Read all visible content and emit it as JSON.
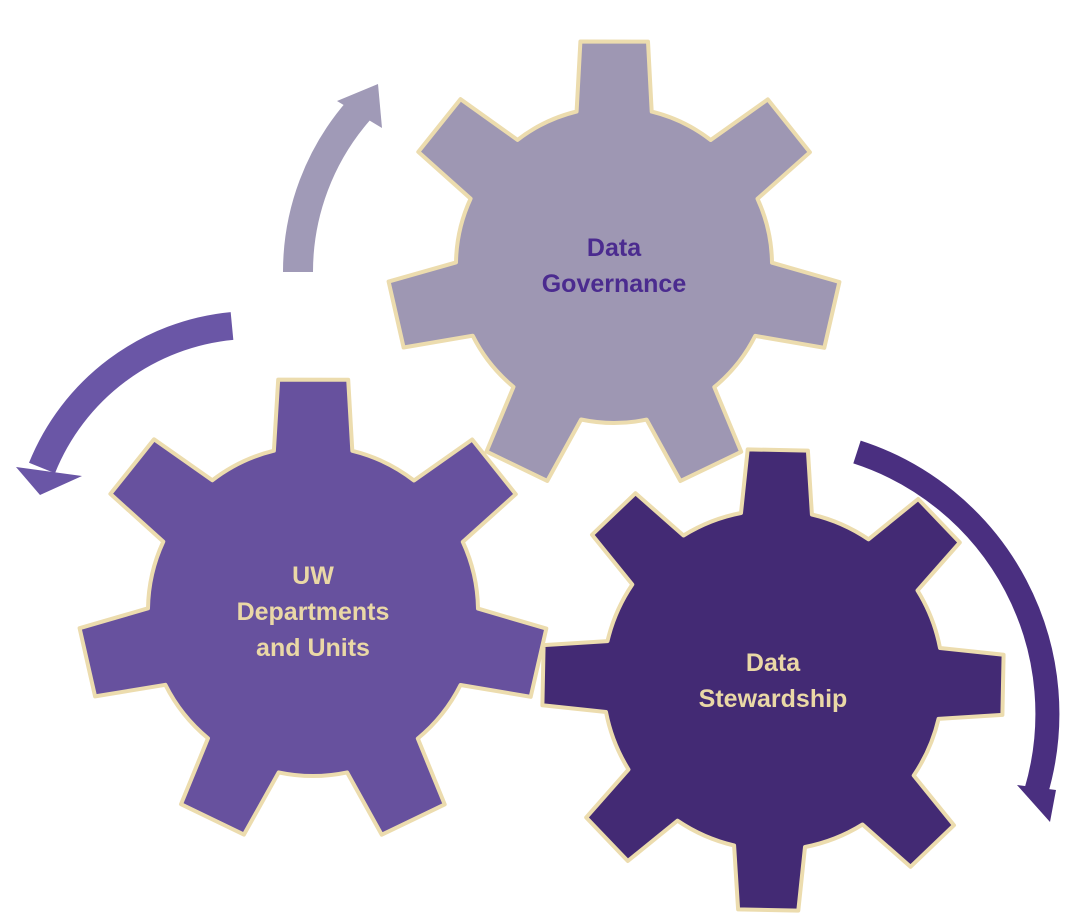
{
  "diagram": {
    "gears": [
      {
        "id": "governance",
        "lines": [
          "Data",
          "Governance"
        ],
        "fill": "#9e97b3",
        "text_color": "#4b2b8f",
        "stroke": "#ecdcae"
      },
      {
        "id": "departments",
        "lines": [
          "UW",
          "Departments",
          "and Units"
        ],
        "fill": "#67519e",
        "text_color": "#ead8a6",
        "stroke": "#ecdcae"
      },
      {
        "id": "stewardship",
        "lines": [
          "Data",
          "Stewardship"
        ],
        "fill": "#432a74",
        "text_color": "#ead8a6",
        "stroke": "#ecdcae"
      }
    ],
    "arrows": [
      {
        "id": "arrow-to-governance",
        "color": "#a09ab7",
        "direction": "clockwise"
      },
      {
        "id": "arrow-to-departments",
        "color": "#6a56a6",
        "direction": "counter-clockwise"
      },
      {
        "id": "arrow-to-stewardship",
        "color": "#4a2f80",
        "direction": "clockwise"
      }
    ]
  }
}
